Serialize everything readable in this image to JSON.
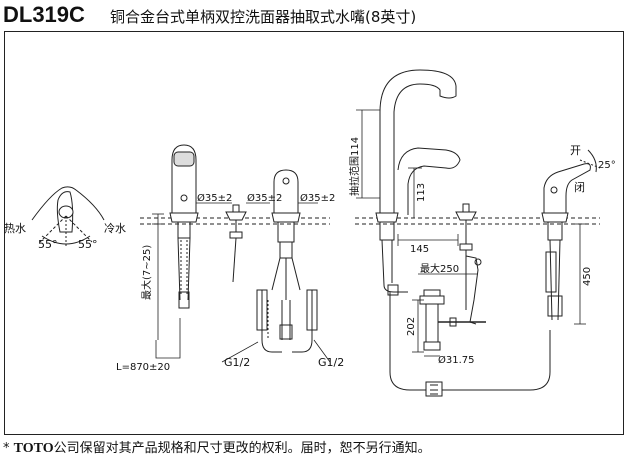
{
  "header": {
    "model": "DL319C",
    "description": "铜合金台式单柄双控洗面器抽取式水嘴(8英寸)"
  },
  "labels": {
    "hot": "热水",
    "cold": "冷水",
    "angle_left": "55°",
    "angle_right": "55°",
    "dia_1": "Ø35±2",
    "dia_2": "Ø35±2",
    "dia_3": "Ø35±2",
    "max_thickness": "最大(7~25)",
    "L": "L=870±20",
    "g1": "G1/2",
    "g2": "G1/2",
    "pull_range": "抽拉范围114",
    "h113": "113",
    "d145": "145",
    "max250": "最大250",
    "d202": "202",
    "d3175": "Ø31.75",
    "open": "开",
    "close": "闭",
    "angle25": "25°",
    "d450": "450"
  },
  "footer": {
    "star": "*",
    "brand": "TOTO",
    "note": "公司保留对其产品规格和尺寸更改的权利。届时，恕不另行通知。"
  }
}
